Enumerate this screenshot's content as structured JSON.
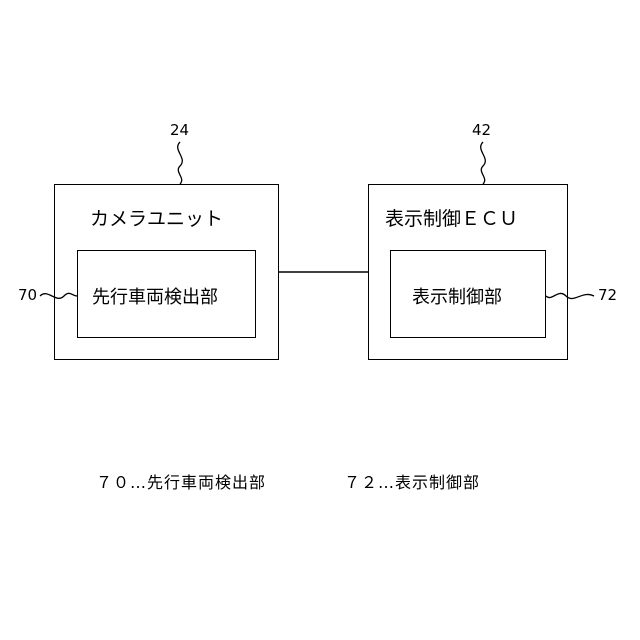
{
  "camera_unit": {
    "ref": "24",
    "title": "カメラユニット",
    "inner": {
      "ref": "70",
      "label": "先行車両検出部"
    }
  },
  "display_ecu": {
    "ref": "42",
    "title": "表示制御ＥＣＵ",
    "inner": {
      "ref": "72",
      "label": "表示制御部"
    }
  },
  "legend": {
    "item_70": "７０…先行車両検出部",
    "item_72": "７２…表示制御部"
  },
  "colors": {
    "line": "#000000",
    "background": "#ffffff"
  }
}
